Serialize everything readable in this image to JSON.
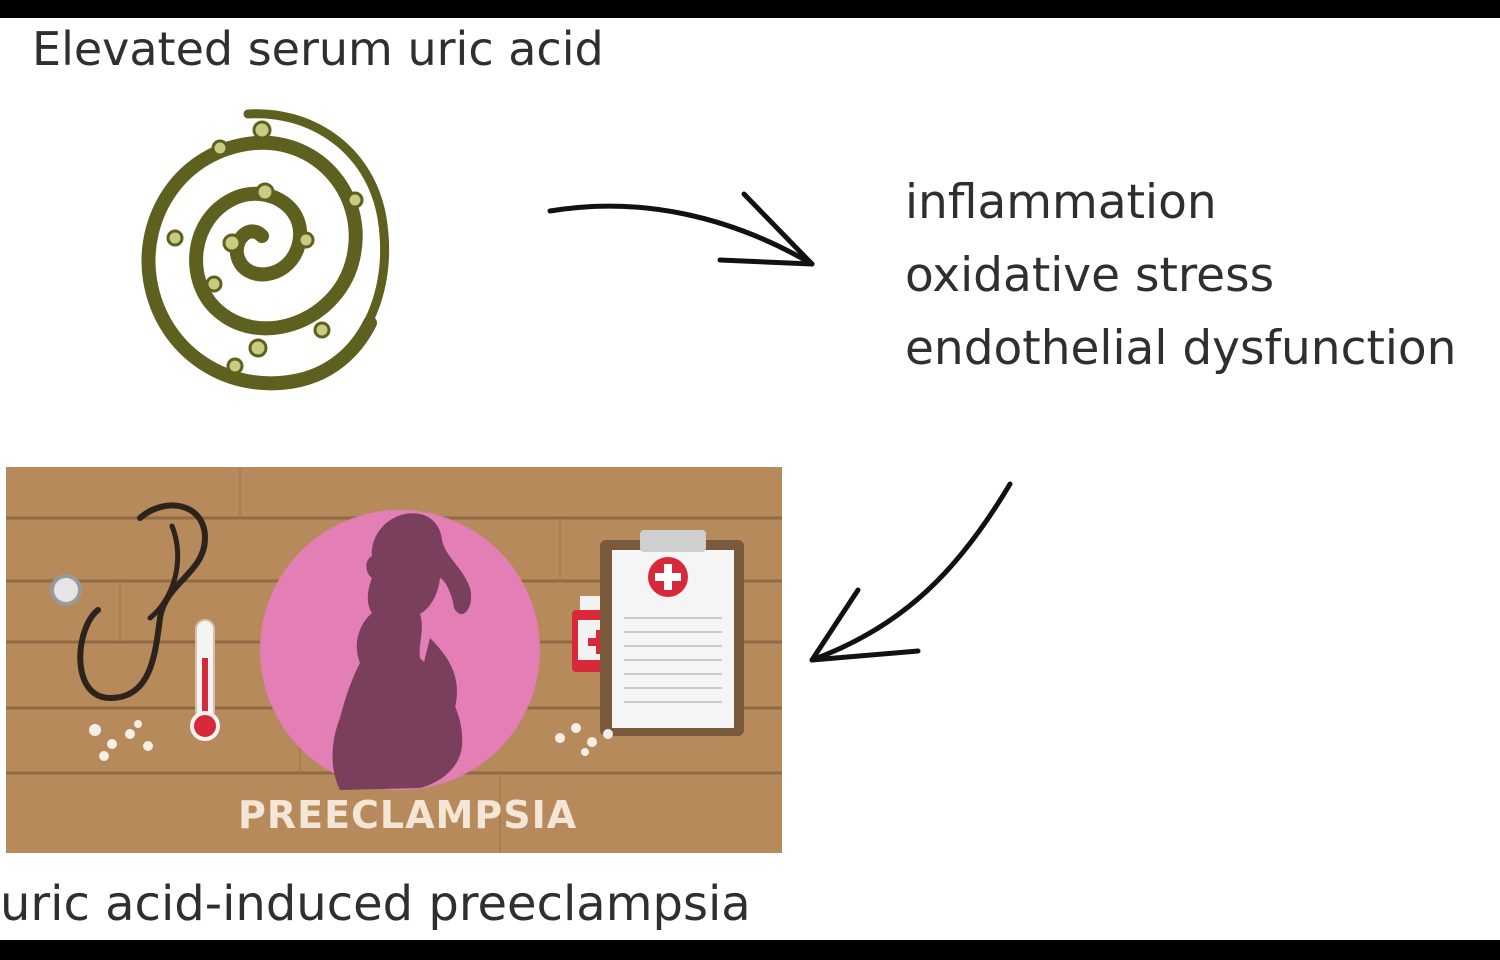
{
  "title": "Elevated serum uric acid",
  "effects": [
    "inflammation",
    "oxidative stress",
    "endothelial dysfunction"
  ],
  "board_label": "PREECLAMPSIA",
  "caption": "uric acid-induced preeclampsia",
  "icons": [
    "uric-acid-spiral-icon",
    "stethoscope-icon",
    "thermometer-icon",
    "pregnant-woman-icon",
    "medicine-bottle-icon",
    "clipboard-icon",
    "pills-icon"
  ],
  "colors": {
    "spiral": "#5e6020",
    "board": "#b78a5c",
    "badge": "#e47fb6",
    "silhouette": "#7a3f5c",
    "text": "#2f2f2f",
    "medical_red": "#d8293a"
  }
}
